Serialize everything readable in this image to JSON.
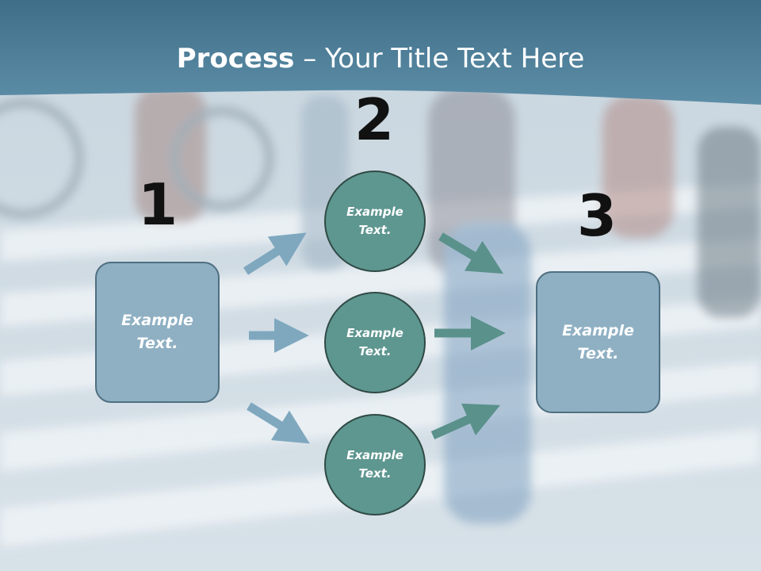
{
  "title": {
    "bold": "Process",
    "rest": " – Your Title Text Here"
  },
  "steps": [
    {
      "number": "1",
      "label_line1": "Example",
      "label_line2": "Text."
    },
    {
      "number": "2",
      "items": [
        {
          "label_line1": "Example",
          "label_line2": "Text."
        },
        {
          "label_line1": "Example",
          "label_line2": "Text."
        },
        {
          "label_line1": "Example",
          "label_line2": "Text."
        }
      ]
    },
    {
      "number": "3",
      "label_line1": "Example",
      "label_line2": "Text."
    }
  ],
  "colors": {
    "header_band": "#4f7f98",
    "box_fill": "#8fb0c3",
    "circle_fill": "#5e9690",
    "arrow_left": "#7fa8bf",
    "arrow_right": "#5a918b"
  }
}
